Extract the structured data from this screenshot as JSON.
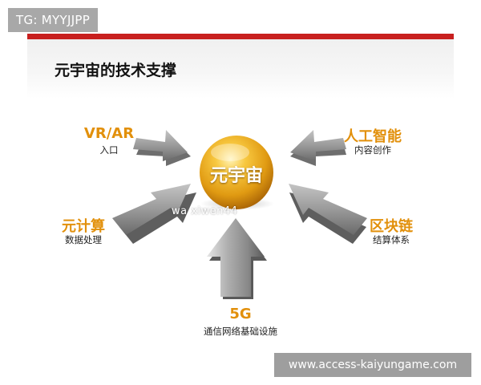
{
  "overlay": {
    "top_tag": "TG: MYYJJPP",
    "bottom_tag": "www.access-kaiyungame.com",
    "watermark": "wa  xiwen44"
  },
  "slide": {
    "title": "元宇宙的技术支撑",
    "center": "元宇宙",
    "nodes": {
      "vrar": {
        "label": "VR/AR",
        "sub": "入口"
      },
      "ai": {
        "label": "人工智能",
        "sub": "内容创作"
      },
      "compute": {
        "label": "元计算",
        "sub": "数据处理"
      },
      "blockchain": {
        "label": "区块链",
        "sub": "结算体系"
      },
      "network": {
        "label": "5G",
        "sub": "通信网络基础设施"
      }
    }
  },
  "colors": {
    "accent_red": "#c8201f",
    "label_orange": "#e2900b",
    "center_gold": "#e8a418",
    "arrow_gray": "#8c8c8c"
  },
  "icons": [
    "arrow-right-down",
    "arrow-left-down",
    "arrow-right-up",
    "arrow-left-up",
    "arrow-up"
  ]
}
